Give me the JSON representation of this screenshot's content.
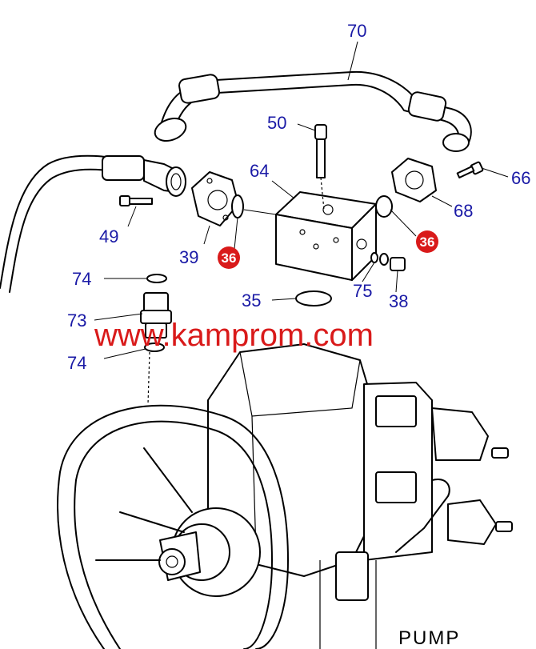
{
  "callouts": {
    "c70": "70",
    "c50": "50",
    "c64": "64",
    "c66": "66",
    "c68": "68",
    "c49": "49",
    "c39": "39",
    "c36a": "36",
    "c36b": "36",
    "c74a": "74",
    "c74b": "74",
    "c73": "73",
    "c35": "35",
    "c75": "75",
    "c38": "38"
  },
  "watermark": "www.kamprom.com",
  "caption": "PUMP",
  "colors": {
    "callout_text": "#1a1aa6",
    "callout_badge": "#d91a1a",
    "watermark": "#d91a1a"
  }
}
